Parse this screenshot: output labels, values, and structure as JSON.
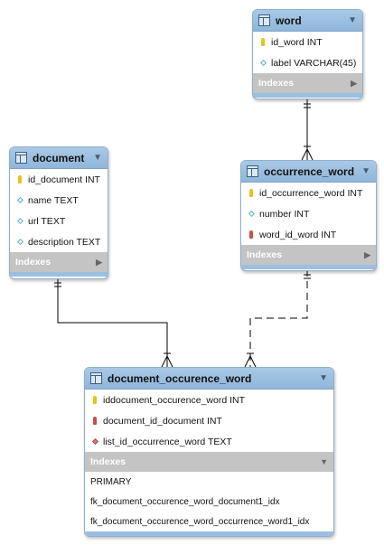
{
  "colors": {
    "header": "#9bbfe0",
    "indexes_bar": "#c4c4c4",
    "primary_key": "#e8c21a",
    "foreign_key": "#c8504a"
  },
  "tables": {
    "word": {
      "name": "word",
      "columns": [
        {
          "key": "pk",
          "text": "id_word INT"
        },
        {
          "key": "attr",
          "text": "label VARCHAR(45)"
        }
      ],
      "indexes_label": "Indexes"
    },
    "document": {
      "name": "document",
      "columns": [
        {
          "key": "pk",
          "text": "id_document INT"
        },
        {
          "key": "attr",
          "text": "name TEXT"
        },
        {
          "key": "attr",
          "text": "url TEXT"
        },
        {
          "key": "attr",
          "text": "description TEXT"
        }
      ],
      "indexes_label": "Indexes"
    },
    "occurrence_word": {
      "name": "occurrence_word",
      "columns": [
        {
          "key": "pk",
          "text": "id_occurrence_word INT"
        },
        {
          "key": "attr",
          "text": "number INT"
        },
        {
          "key": "fk",
          "text": "word_id_word INT"
        }
      ],
      "indexes_label": "Indexes"
    },
    "document_occurence_word": {
      "name": "document_occurence_word",
      "columns": [
        {
          "key": "pk",
          "text": "iddocument_occurence_word INT"
        },
        {
          "key": "fk",
          "text": "document_id_document INT"
        },
        {
          "key": "fk_attr",
          "text": "list_id_occurrence_word TEXT"
        }
      ],
      "indexes_label": "Indexes",
      "indexes": [
        "PRIMARY",
        "fk_document_occurence_word_document1_idx",
        "fk_document_occurence_word_occurrence_word1_idx"
      ]
    }
  },
  "relationships": [
    {
      "from": "word",
      "to": "occurrence_word",
      "style": "solid",
      "cardinality": "one-to-many"
    },
    {
      "from": "document",
      "to": "document_occurence_word",
      "style": "solid",
      "cardinality": "one-to-many"
    },
    {
      "from": "occurrence_word",
      "to": "document_occurence_word",
      "style": "dashed",
      "cardinality": "one-to-many"
    }
  ]
}
